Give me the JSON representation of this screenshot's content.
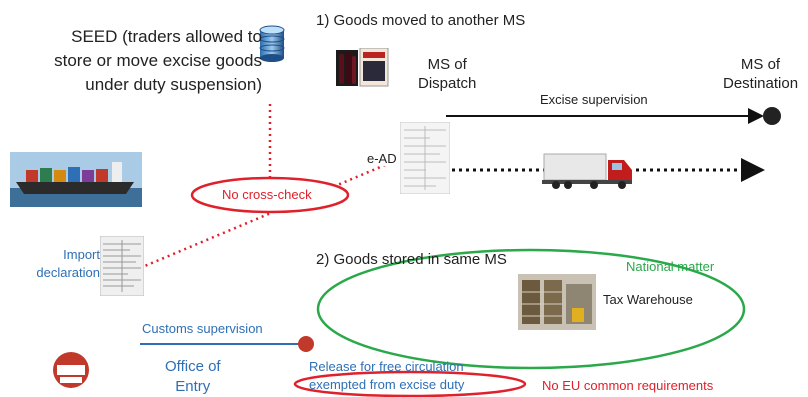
{
  "seed": {
    "line1": "SEED (traders allowed to",
    "line2": "store or move excise goods",
    "line3": "under duty suspension)"
  },
  "section1_title": "1) Goods moved to another MS",
  "section2_title": "2) Goods stored in same MS",
  "ms_dispatch": {
    "line1": "MS of",
    "line2": "Dispatch"
  },
  "ms_destination": {
    "line1": "MS of",
    "line2": "Destination"
  },
  "excise_supervision": "Excise supervision",
  "ead": "e-AD",
  "no_cross_check": "No cross-check",
  "import_declaration": {
    "line1": "Import",
    "line2": "declaration"
  },
  "customs_supervision": "Customs supervision",
  "office_of_entry": {
    "line1": "Office of",
    "line2": "Entry"
  },
  "release": {
    "line1": "Release for free circulation",
    "line2": "exempted from excise duty"
  },
  "no_eu_requirements": "No EU common requirements",
  "national_matter": "National matter",
  "tax_warehouse": "Tax Warehouse",
  "colors": {
    "red": "#e0202a",
    "green": "#2aa84a",
    "blue": "#2e6fb5",
    "dark": "#222222"
  }
}
